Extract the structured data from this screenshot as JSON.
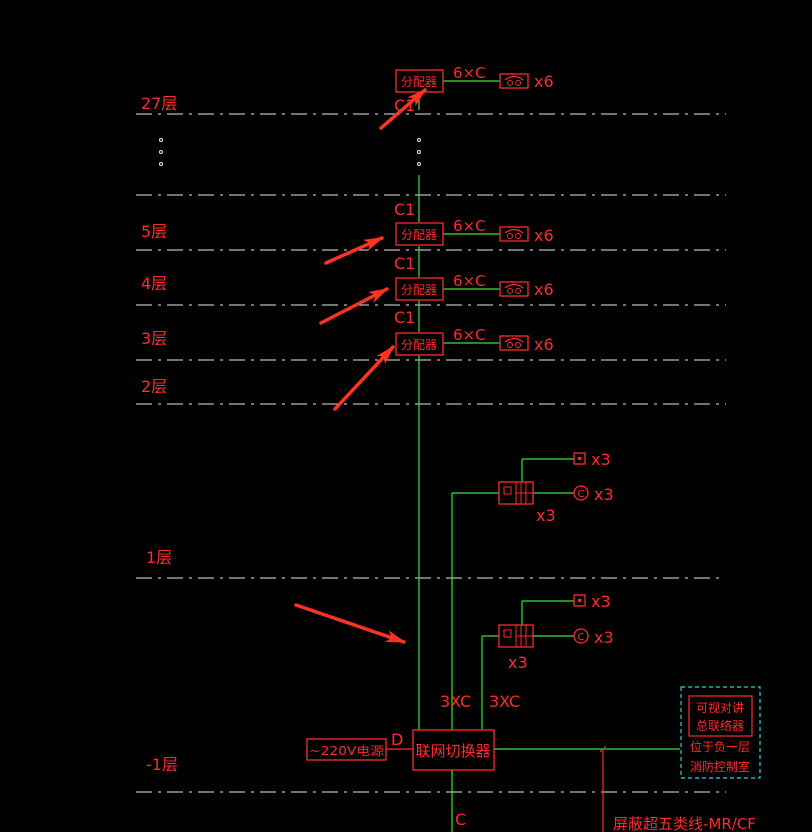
{
  "colors": {
    "red": "#ff2a2a",
    "green": "#33e833",
    "white": "#e8e8e8",
    "cyan": "#20d8e0",
    "arrow": "#ff3322"
  },
  "floors": {
    "f27": "27层",
    "f5": "5层",
    "f4": "4层",
    "f3": "3层",
    "f2": "2层",
    "f1": "1层",
    "fm1": "-1层"
  },
  "splitter": {
    "label": "分配器",
    "cable": "6×C",
    "mult": "x6",
    "riser": "C1"
  },
  "terminal": {
    "mult": "x3"
  },
  "trunk": {
    "left": "3XC",
    "right": "3XC",
    "down": "C"
  },
  "switcher": {
    "label": "联网切换器",
    "power": "~220V电源",
    "d": "D"
  },
  "master": {
    "title1": "可视对讲",
    "title2": "总联络器",
    "note1": "位于负一层",
    "note2": "消防控制室"
  },
  "bottom_cable": "屏蔽超五类线-MR/CF",
  "icons": [
    "phone-handset-icon",
    "terminal-block-icon",
    "camera-icon",
    "door-lock-icon",
    "annotation-arrow-icon"
  ]
}
